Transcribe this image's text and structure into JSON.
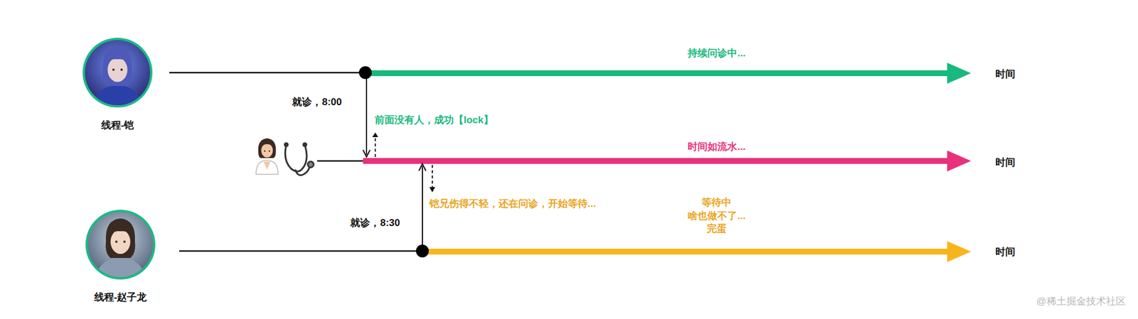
{
  "diagram": {
    "nodes": [
      {
        "text": [
          "线程-铠"
        ]
      },
      {
        "text": [
          "线程-赵子龙"
        ]
      }
    ],
    "labels": [
      "持续问诊中...",
      "时间",
      "就诊，8:00",
      "前面没有人，成功【lock】",
      "时间如流水...",
      "时间",
      "铠兄伤得不轻，还在问诊，开始等待...",
      "等待中 啥也做不了... 完蛋",
      "就诊，8:30",
      "时间",
      "@稀土掘金技术社区"
    ]
  }
}
